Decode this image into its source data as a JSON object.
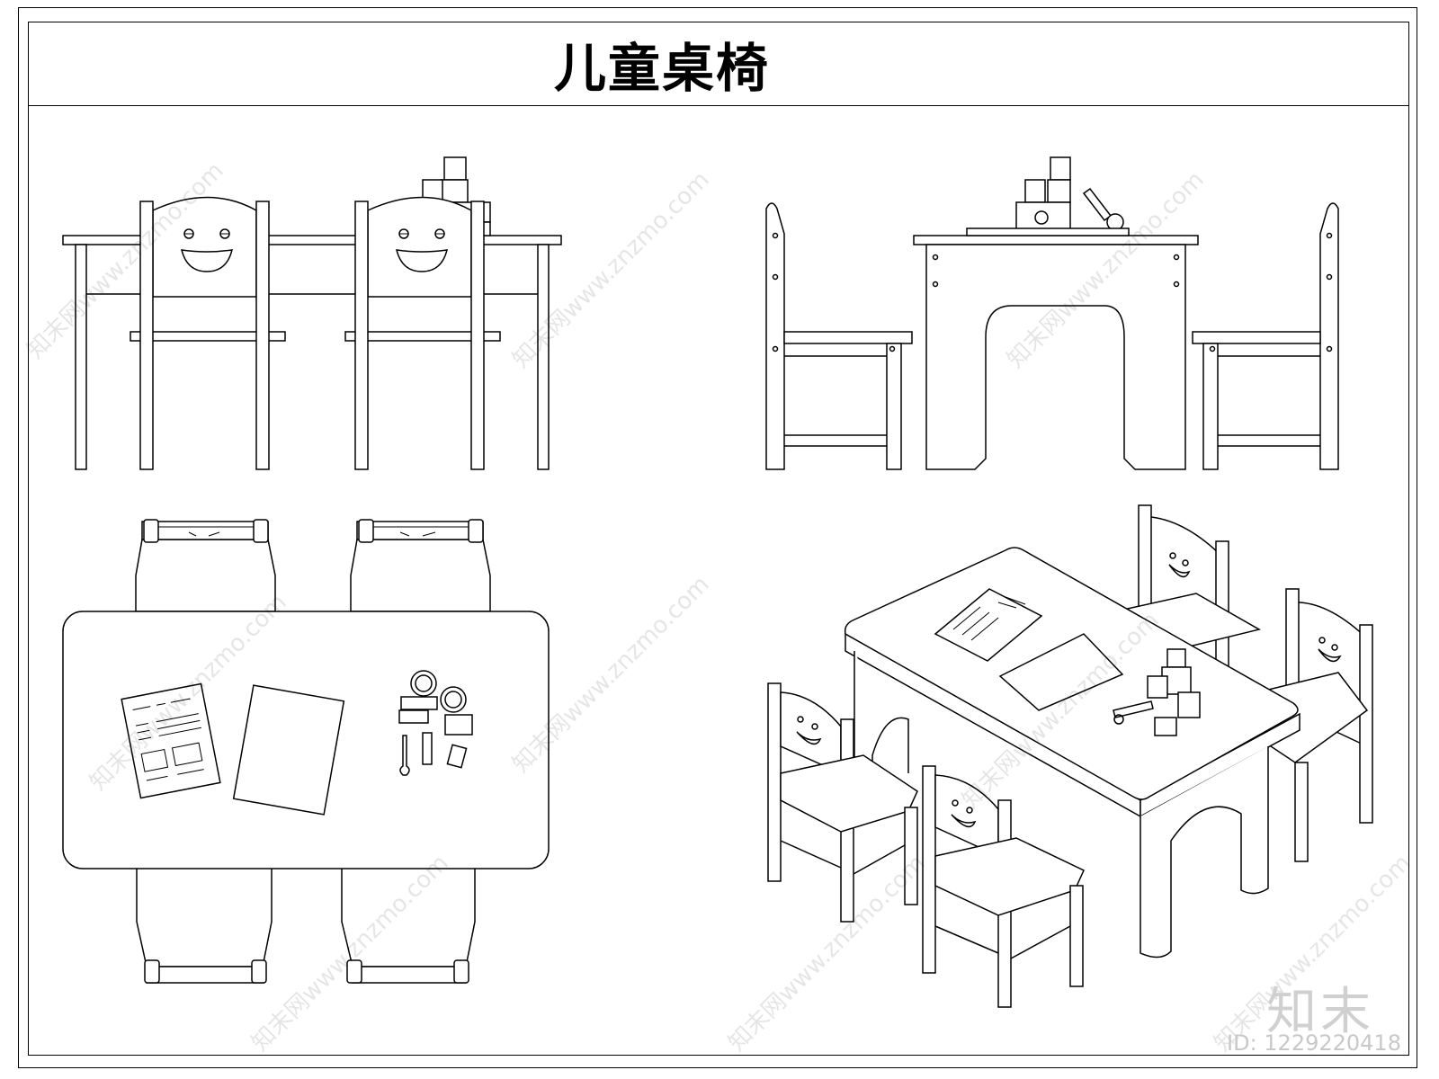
{
  "title": "儿童桌椅",
  "watermark": {
    "text": "知末网www.znzmo.com",
    "brand": "知末",
    "image_id": "ID: 1229220418",
    "color": "#e6e6e6"
  },
  "colors": {
    "line": "#000000",
    "background": "#ffffff"
  },
  "views": [
    "front-elevation",
    "side-elevation",
    "plan-view",
    "isometric-view"
  ]
}
